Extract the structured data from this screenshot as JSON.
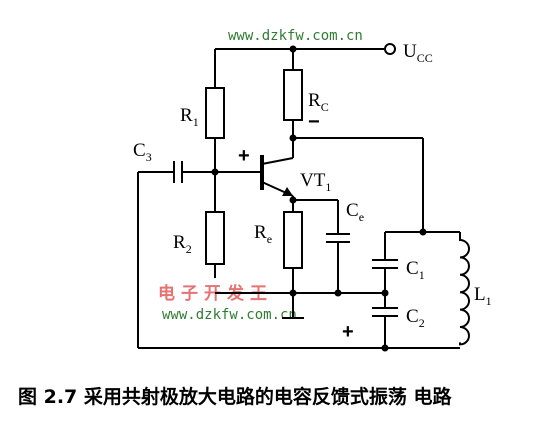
{
  "watermark_top": "www.dzkfw.com.cn",
  "watermark_mid": "www.dzkfw.com.cn",
  "watermark_logo": "电子开发王",
  "supply": "U",
  "supply_sub": "CC",
  "components": {
    "r1": "R",
    "r1_sub": "1",
    "r2": "R",
    "r2_sub": "2",
    "rc": "R",
    "rc_sub": "C",
    "re": "R",
    "re_sub": "e",
    "c3": "C",
    "c3_sub": "3",
    "ce": "C",
    "ce_sub": "e",
    "c1": "C",
    "c1_sub": "1",
    "c2": "C",
    "c2_sub": "2",
    "l1": "L",
    "l1_sub": "1",
    "vt1": "VT",
    "vt1_sub": "1"
  },
  "polarity": {
    "plus_base": "+",
    "minus_collector": "−",
    "plus_c2": "+"
  },
  "caption": "图 2.7  采用共射极放大电路的电容反馈式振荡 电路"
}
